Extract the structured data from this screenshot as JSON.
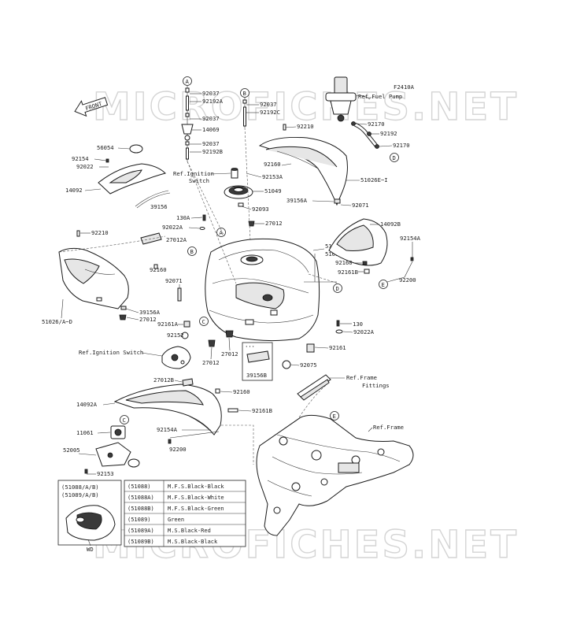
{
  "watermark": "MICROFICHES.NET",
  "front_label": "FRONT",
  "callouts": {
    "A": "A",
    "B": "B",
    "C": "C",
    "D": "D",
    "E": "E"
  },
  "labels": {
    "f2410a": "F2410A",
    "ref_fuel_pump": "Ref.Fuel Pump",
    "p92037_a1": "92037",
    "p92192a": "92192A",
    "p92037_a2": "92037",
    "p14069": "14069",
    "p92037_a3": "92037",
    "p92192b": "92192B",
    "p92037_b": "92037",
    "p92192c": "92192C",
    "p92210_top": "92210",
    "p92170_1": "92170",
    "p92192": "92192",
    "p92170_2": "92170",
    "p56054": "56054",
    "p92154": "92154",
    "p92022": "92022",
    "p14092": "14092",
    "ref_ign_1a": "Ref.Ignition",
    "ref_ign_1b": "Switch",
    "p92160_top": "92160",
    "p92153a": "92153A",
    "p51026e": "51026E~I",
    "p51049": "51049",
    "p39156a_top": "39156A",
    "p92071_r": "92071",
    "p92093": "92093",
    "p39156": "39156",
    "p130a": "130A",
    "p27012_top": "27012",
    "p14092b": "14092B",
    "p92022a_l": "92022A",
    "p92210_l": "92210",
    "p27012a": "27012A",
    "p51088": "51088/A/B",
    "p51089": "51089/A/B",
    "p92154a_r": "92154A",
    "p92160_r": "92160",
    "p92161b_r": "92161B",
    "p92200_r": "92200",
    "p92160_l": "92160",
    "p92071_l": "92071",
    "p51026ad": "51026/A~D",
    "p39156a_l": "39156A",
    "p27012_l": "27012",
    "p92161a": "92161A",
    "p92152": "92152",
    "ref_ign_2": "Ref.Ignition Switch",
    "p130": "130",
    "p92022a_r": "92022A",
    "p92161": "92161",
    "p27012_m1": "27012",
    "p27012_m2": "27012",
    "p39156b": "39156B",
    "p92075": "92075",
    "p27012b": "27012B",
    "ref_frame_fit_a": "Ref.Frame",
    "ref_frame_fit_b": "Fittings",
    "p92160_b": "92160",
    "p14092a": "14092A",
    "p92161b_b": "92161B",
    "p11061": "11061",
    "p92154a_b": "92154A",
    "ref_frame": "Ref.Frame",
    "p52005": "52005",
    "p92200_b": "92200",
    "p92153": "92153",
    "inset_line1": "(51088/A/B)",
    "inset_line2": "(51089/A/B)",
    "inset_wd": "WD"
  },
  "color_table": [
    {
      "code": "(51088)",
      "desc": "M.F.S.Black-Black"
    },
    {
      "code": "(51088A)",
      "desc": "M.F.S.Black-White"
    },
    {
      "code": "(51088B)",
      "desc": "M.F.S.Black-Green"
    },
    {
      "code": "(51089)",
      "desc": "Green"
    },
    {
      "code": "(51089A)",
      "desc": "M.S.Black-Red"
    },
    {
      "code": "(51089B)",
      "desc": "M.S.Black-Black"
    }
  ]
}
